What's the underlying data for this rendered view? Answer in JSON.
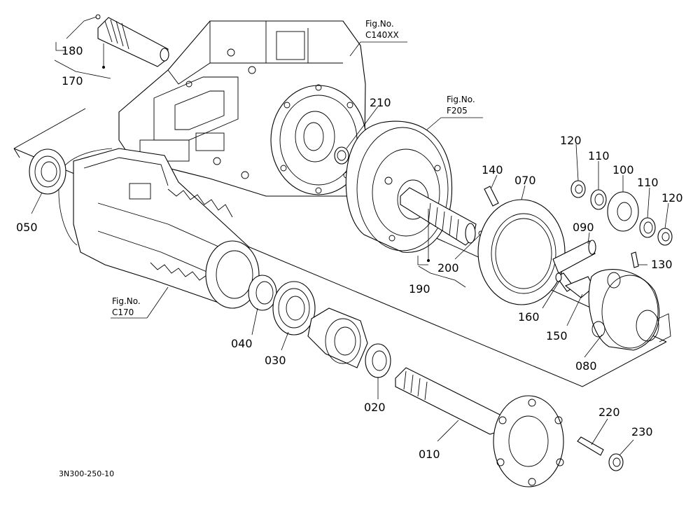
{
  "drawing_code": "3N300-250-10",
  "figure_refs": [
    {
      "id": "c140",
      "label": "Fig.No.",
      "code": "C140XX"
    },
    {
      "id": "f205",
      "label": "Fig.No.",
      "code": "F205"
    },
    {
      "id": "c170",
      "label": "Fig.No.",
      "code": "C170"
    }
  ],
  "part_labels": [
    {
      "id": "p180",
      "text": "180"
    },
    {
      "id": "p170",
      "text": "170"
    },
    {
      "id": "p210",
      "text": "210"
    },
    {
      "id": "p050",
      "text": "050"
    },
    {
      "id": "p140",
      "text": "140"
    },
    {
      "id": "p070",
      "text": "070"
    },
    {
      "id": "p120a",
      "text": "120"
    },
    {
      "id": "p110a",
      "text": "110"
    },
    {
      "id": "p100",
      "text": "100"
    },
    {
      "id": "p110b",
      "text": "110"
    },
    {
      "id": "p120b",
      "text": "120"
    },
    {
      "id": "p090",
      "text": "090"
    },
    {
      "id": "p130",
      "text": "130"
    },
    {
      "id": "p200",
      "text": "200"
    },
    {
      "id": "p190",
      "text": "190"
    },
    {
      "id": "p160",
      "text": "160"
    },
    {
      "id": "p150",
      "text": "150"
    },
    {
      "id": "p080",
      "text": "080"
    },
    {
      "id": "p040",
      "text": "040"
    },
    {
      "id": "p030",
      "text": "030"
    },
    {
      "id": "p020",
      "text": "020"
    },
    {
      "id": "p010",
      "text": "010"
    },
    {
      "id": "p220",
      "text": "220"
    },
    {
      "id": "p230",
      "text": "230"
    }
  ]
}
